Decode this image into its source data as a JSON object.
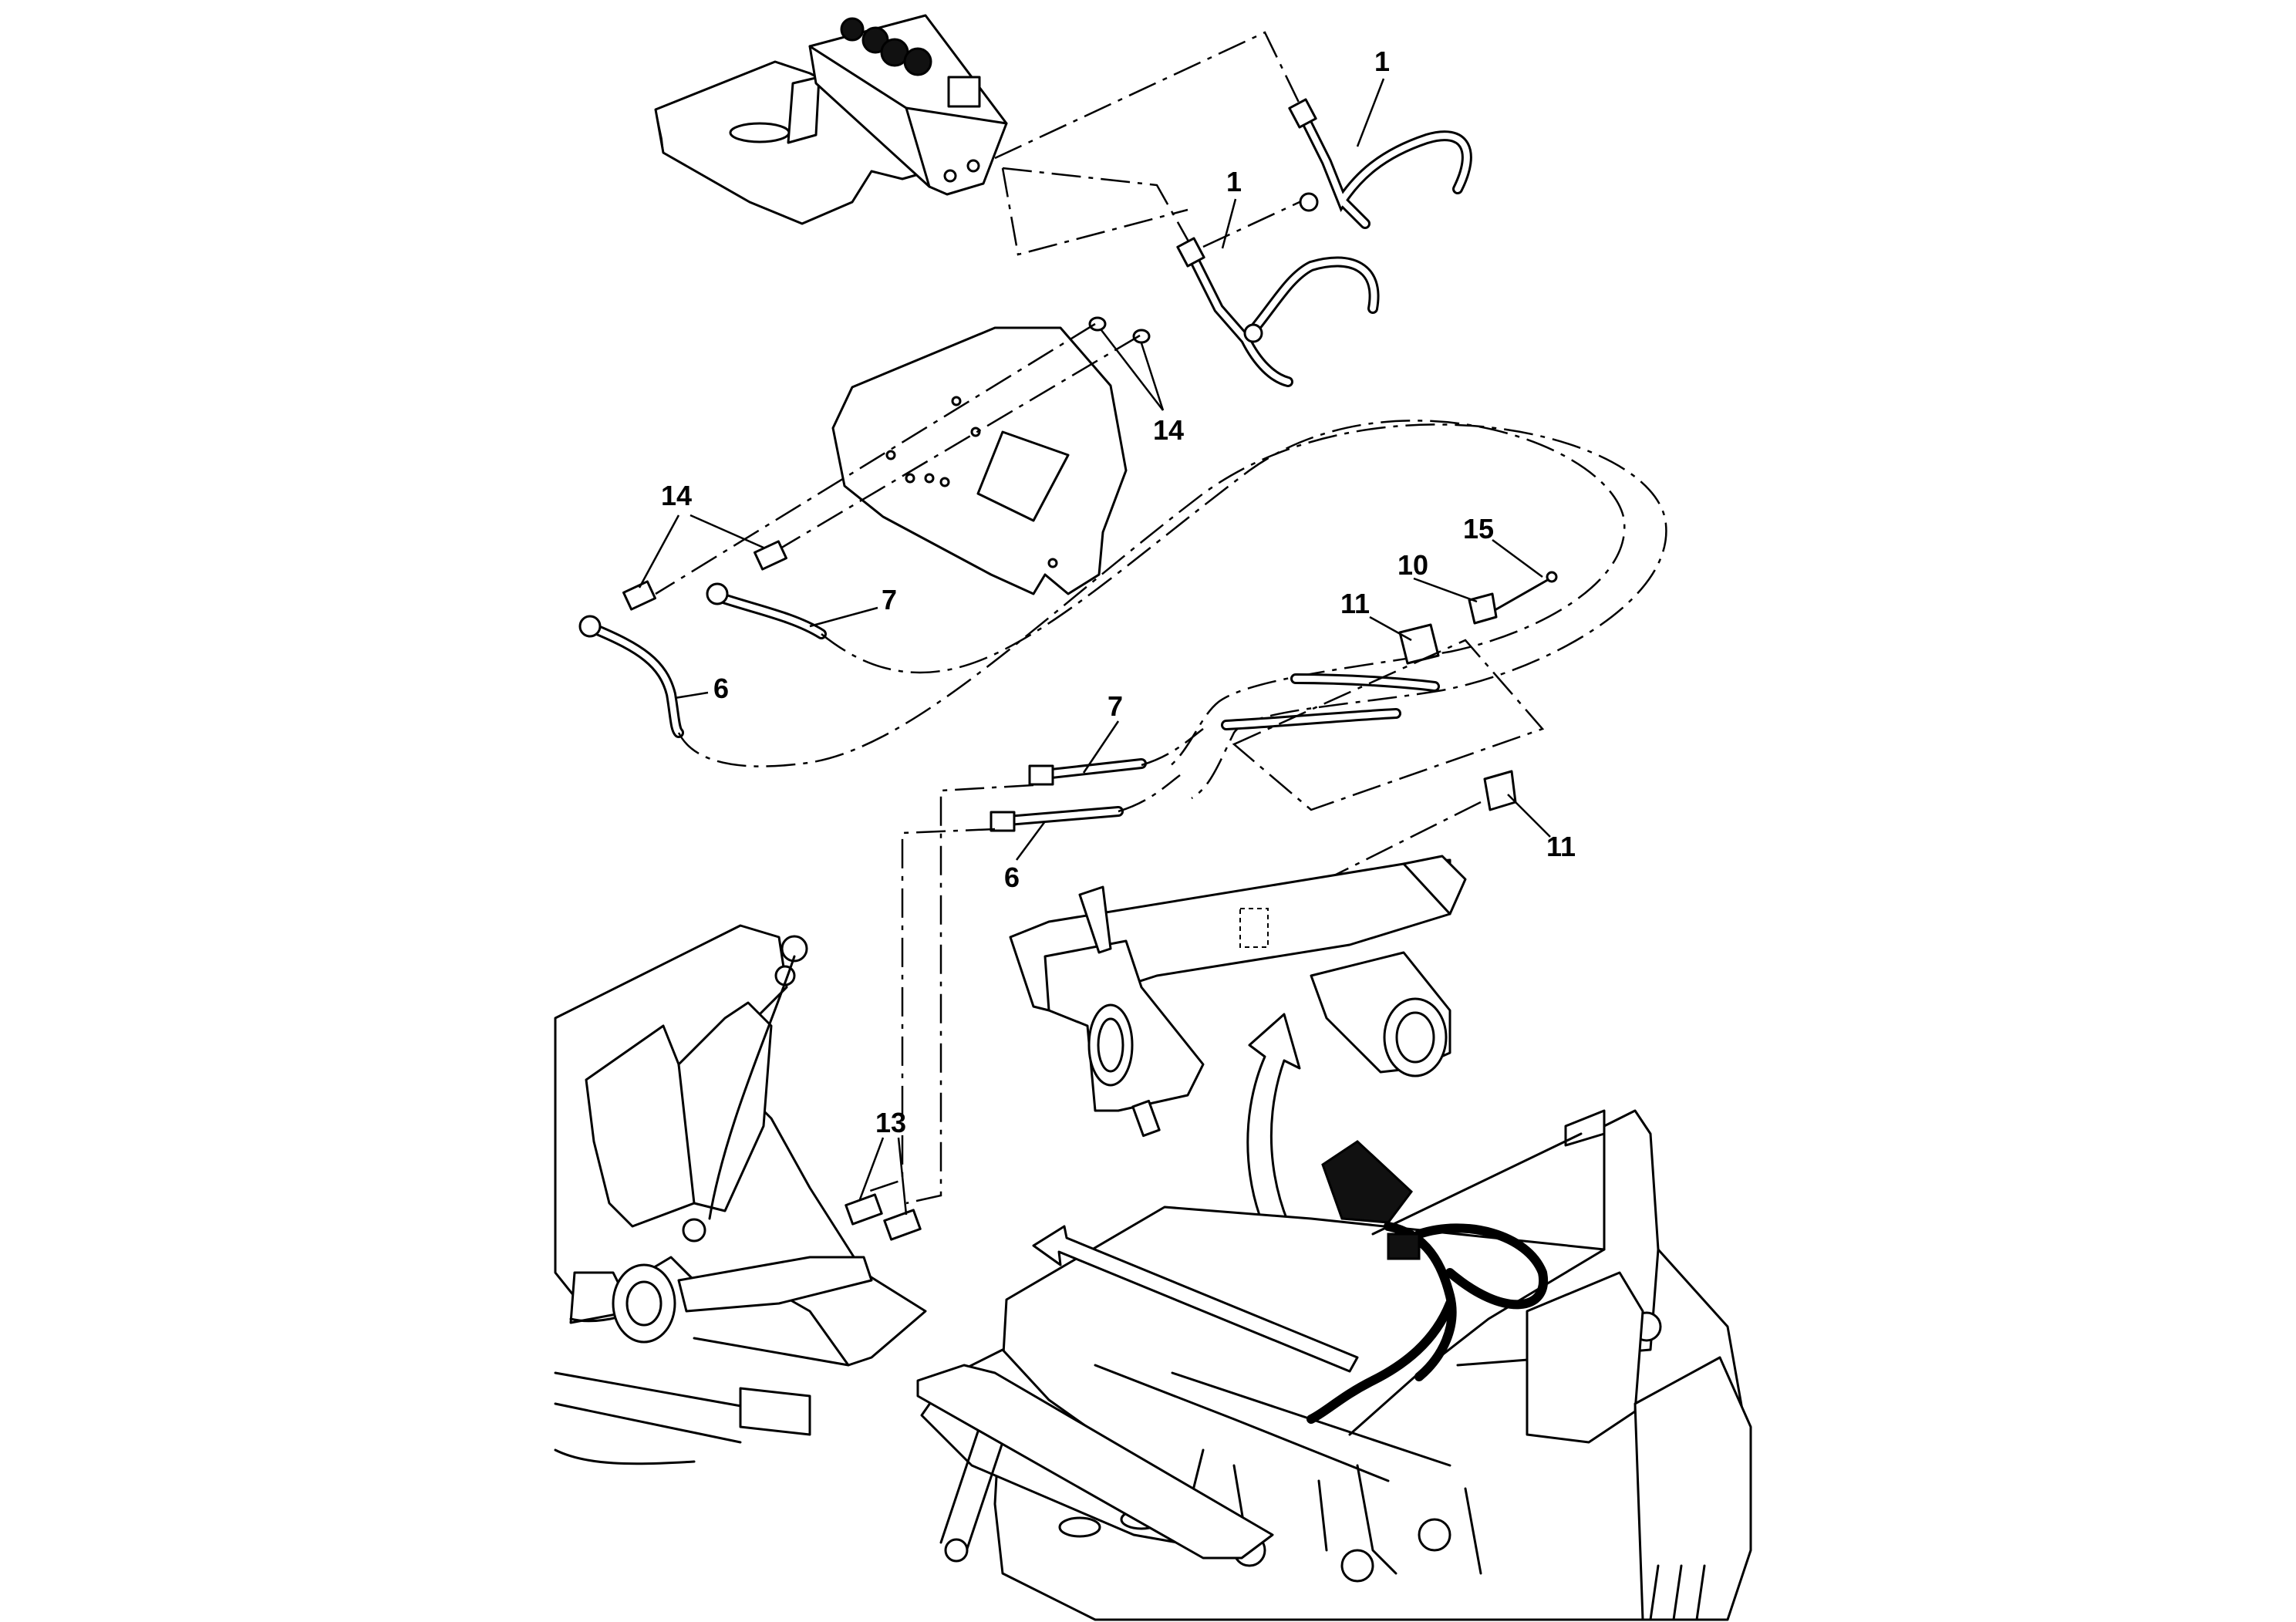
{
  "callouts": [
    {
      "id": "c1a",
      "text": "1"
    },
    {
      "id": "c1b",
      "text": "1"
    },
    {
      "id": "c14a",
      "text": "14"
    },
    {
      "id": "c14b",
      "text": "14"
    },
    {
      "id": "c7a",
      "text": "7"
    },
    {
      "id": "c6a",
      "text": "6"
    },
    {
      "id": "c15",
      "text": "15"
    },
    {
      "id": "c10",
      "text": "10"
    },
    {
      "id": "c11a",
      "text": "11"
    },
    {
      "id": "c7b",
      "text": "7"
    },
    {
      "id": "c6b",
      "text": "6"
    },
    {
      "id": "c11b",
      "text": "11"
    },
    {
      "id": "c13",
      "text": "13"
    }
  ]
}
